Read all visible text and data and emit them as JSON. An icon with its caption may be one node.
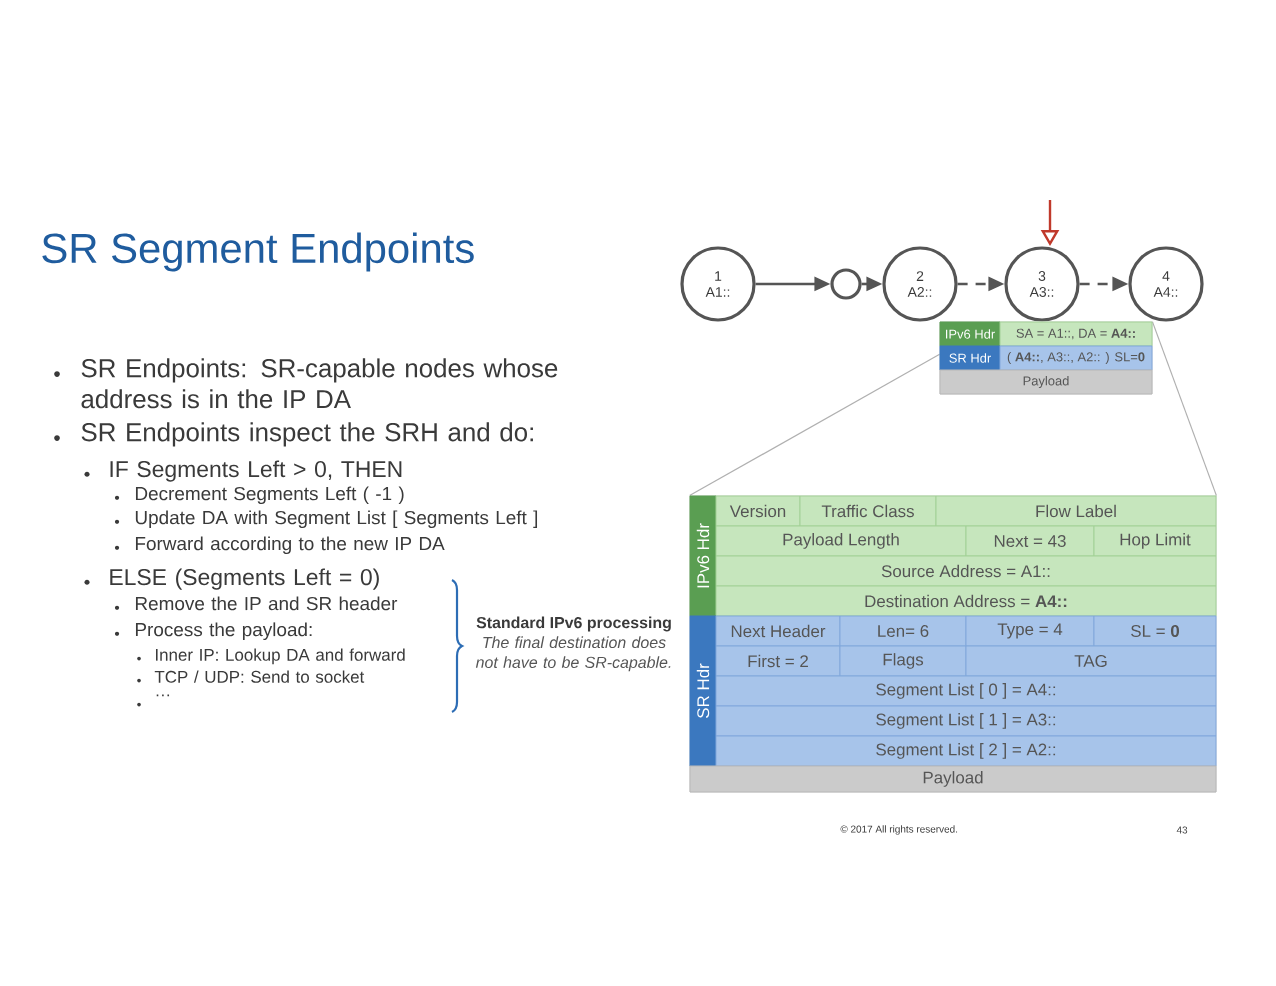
{
  "diagram": {
    "title": "SR Segment Endpoints",
    "nodes": [
      {
        "text": [
          "1",
          "A1::"
        ]
      },
      {
        "text": [],
        "shape": "circle"
      },
      {
        "text": [
          "2",
          "A2::"
        ]
      },
      {
        "text": [
          "3",
          "A3::"
        ]
      },
      {
        "text": [
          "4",
          "A4::"
        ]
      },
      {
        "text": [],
        "shape": "box"
      },
      {
        "text": [],
        "shape": "box"
      }
    ],
    "edges": [
      {
        "from": 0,
        "to": 1,
        "arrow": "to"
      },
      {
        "from": 1,
        "to": 2,
        "arrow": "to"
      },
      {
        "from": 2,
        "to": 3,
        "arrow": "to",
        "style": "dashed"
      },
      {
        "from": 3,
        "to": 4,
        "arrow": "to",
        "style": "dashed"
      },
      {
        "from": null,
        "to": 3,
        "arrow": "to",
        "color": "#c0392b"
      },
      {
        "from": 5,
        "to": 6,
        "arrow": "none",
        "color": "#b0b0b0"
      },
      {
        "from": 5,
        "to": 6,
        "arrow": "none",
        "color": "#b0b0b0"
      }
    ],
    "labels": [
      "SR Endpoints: SR-capable nodes whose address is in the IP DA",
      "SR Endpoints inspect the SRH and do:",
      "IF Segments Left > 0, THEN",
      "Decrement Segments Left ( -1 )",
      "Update DA with Segment List [ Segments Left ]",
      "Forward according to the new IP DA",
      "ELSE (Segments Left = 0)",
      "Remove the IP and SR header",
      "Process the payload:",
      "Inner IP: Lookup DA and forward",
      "TCP / UDP: Send to socket",
      "…",
      "Standard IPv6 processing",
      "The final destination does not have to be SR-capable.",
      "IPv6 Hdr",
      "SA = A1::, DA = **A4::**",
      "SR Hdr",
      "( **A4::**, A3::, A2:: ) SL=**0**",
      "Payload",
      "IPv6 Hdr",
      "Version",
      "Traffic Class",
      "Flow Label",
      "Payload Length",
      "Next = 43",
      "Hop Limit",
      "Source Address = A1::",
      "Destination Address = **A4::**",
      "SR Hdr",
      "Next Header",
      "Len= 6",
      "Type = 4",
      "SL = **0**",
      "First = 2",
      "Flags",
      "TAG",
      "Segment List [ 0 ] = A4::",
      "Segment List [ 1 ] = A3::",
      "Segment List [ 2 ] = A2::",
      "Payload",
      "© 2017 All rights reserved.",
      "43"
    ]
  }
}
